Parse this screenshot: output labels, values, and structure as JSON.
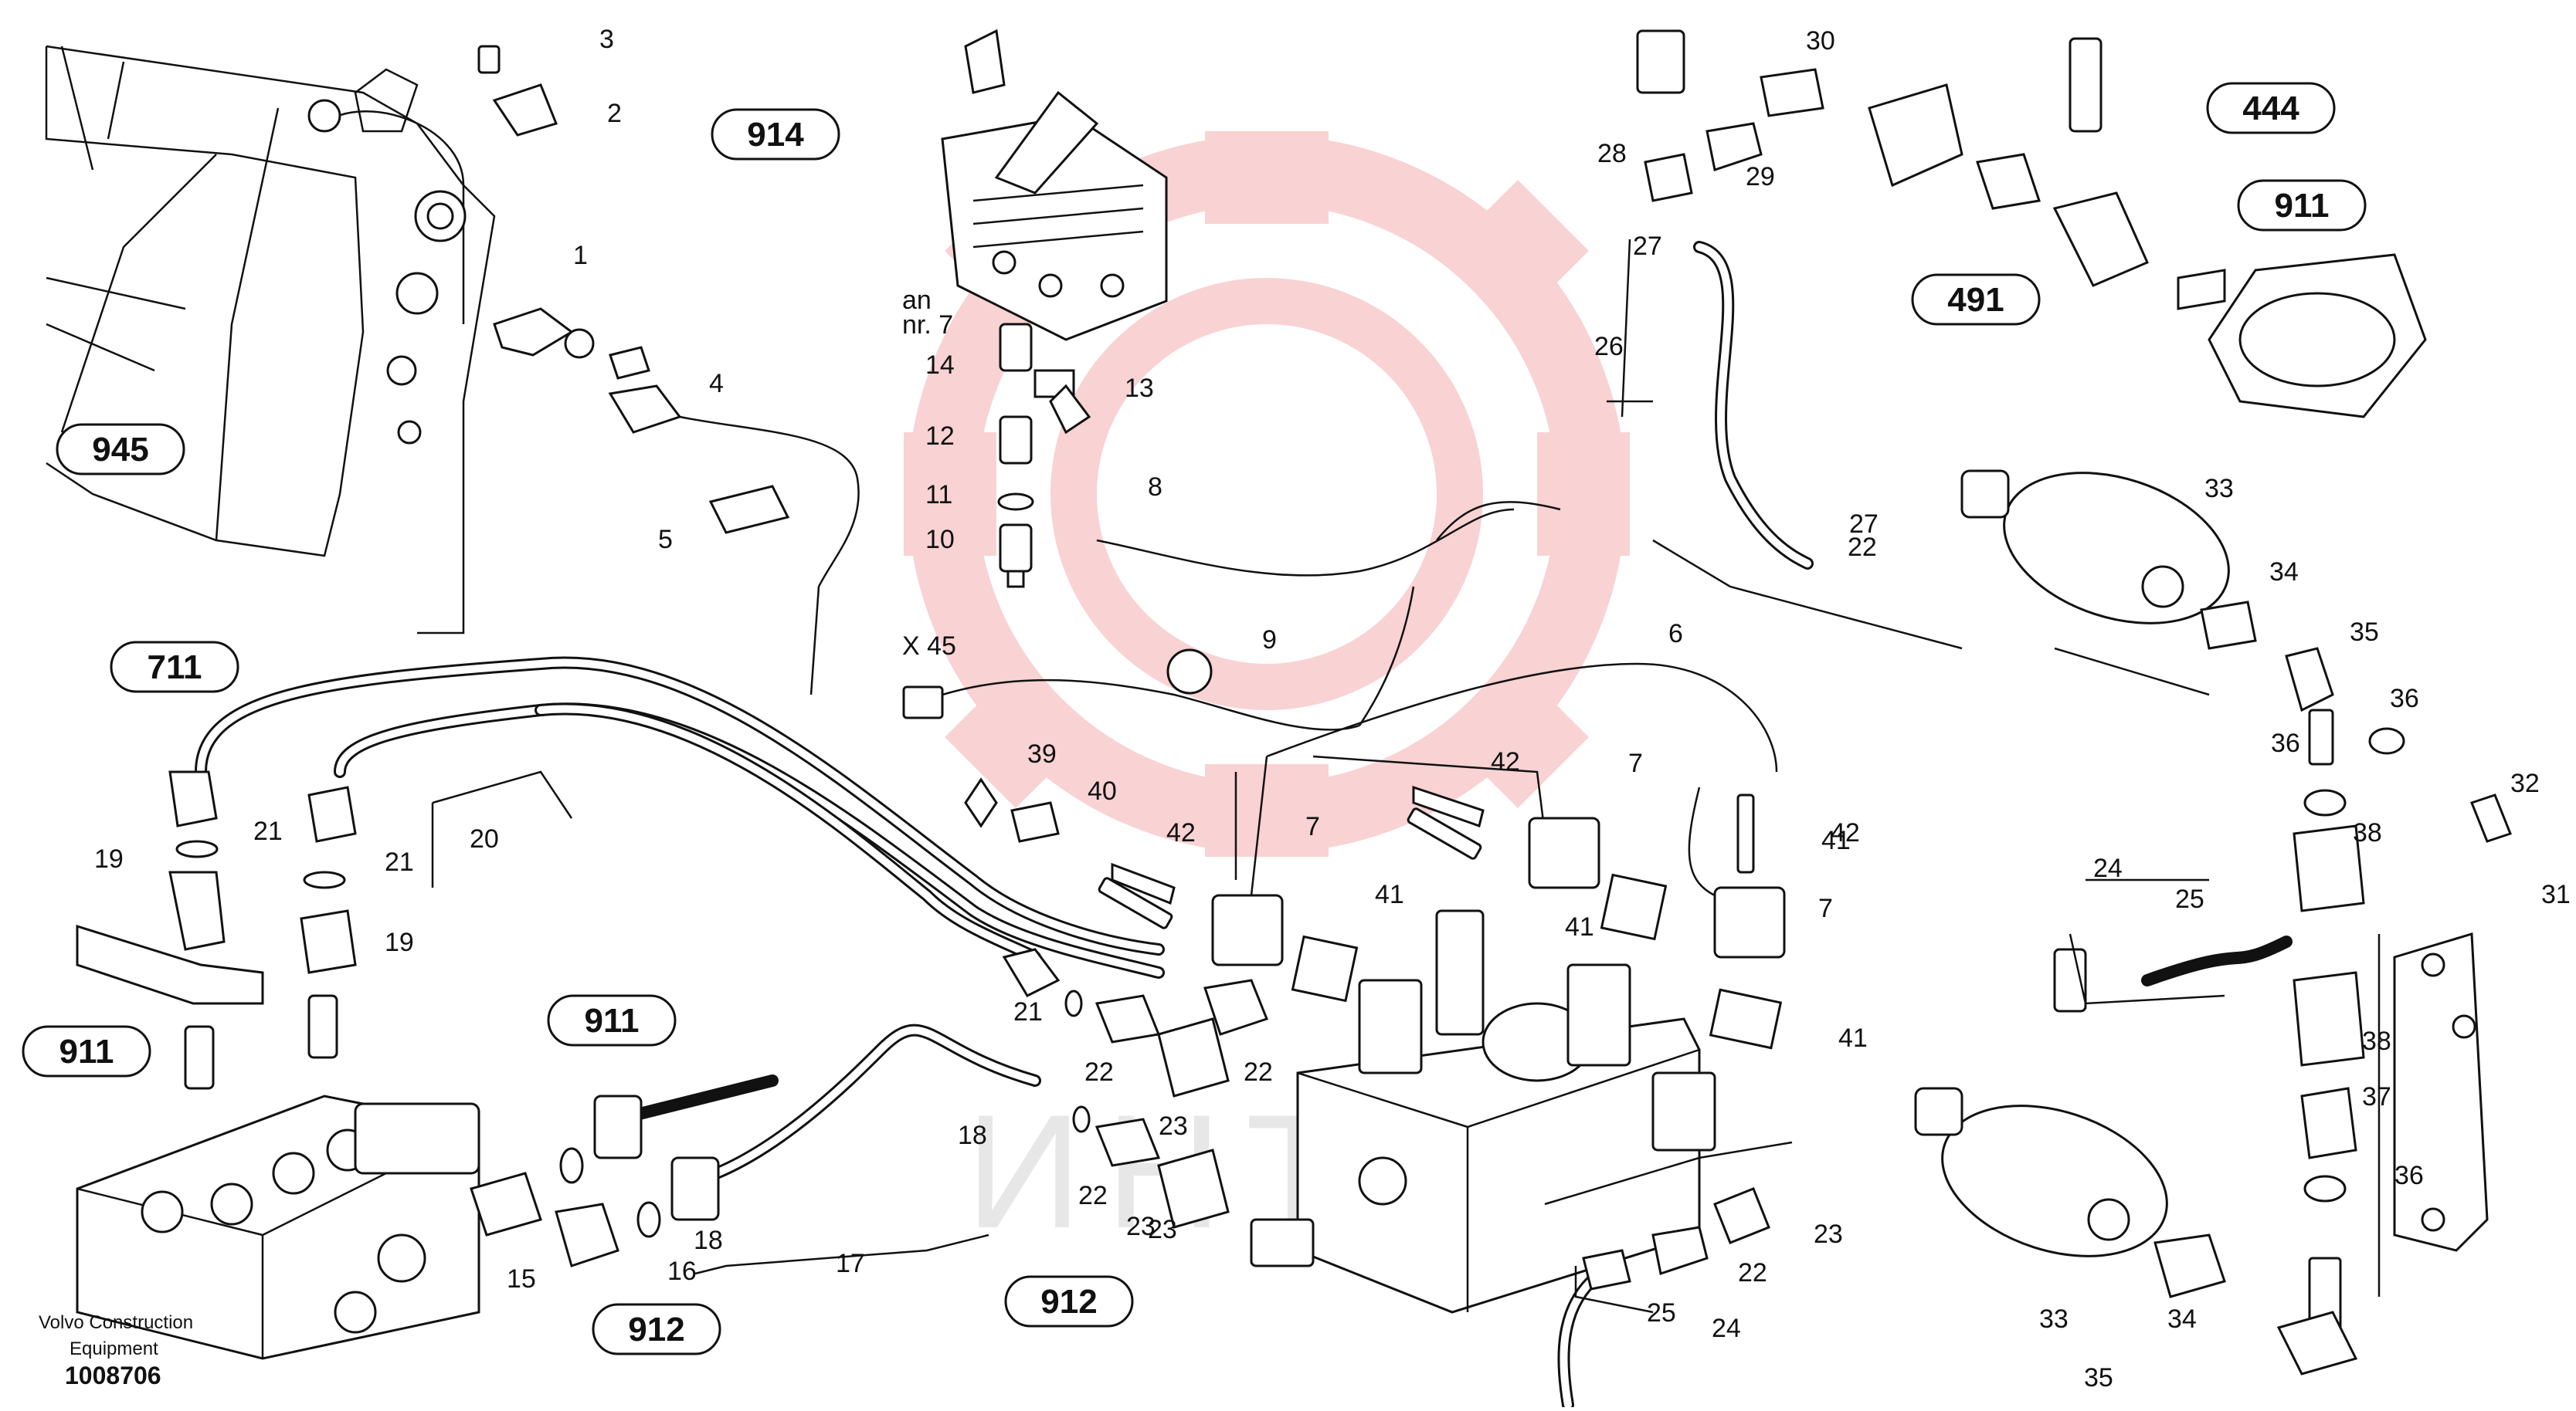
{
  "diagram": {
    "part_numbers": [
      "1",
      "2",
      "3",
      "4",
      "5",
      "6",
      "7",
      "7",
      "7",
      "8",
      "9",
      "10",
      "11",
      "12",
      "13",
      "14",
      "15",
      "16",
      "17",
      "18",
      "18",
      "19",
      "19",
      "20",
      "21",
      "21",
      "21",
      "22",
      "22",
      "22",
      "22",
      "22",
      "23",
      "23",
      "23",
      "23",
      "24",
      "24",
      "25",
      "25",
      "26",
      "27",
      "27",
      "28",
      "29",
      "30",
      "31",
      "32",
      "33",
      "33",
      "34",
      "34",
      "35",
      "35",
      "36",
      "36",
      "36",
      "37",
      "38",
      "38",
      "39",
      "40",
      "41",
      "41",
      "41",
      "41",
      "42",
      "42",
      "42"
    ],
    "assembly_refs": [
      "945",
      "711",
      "911",
      "911",
      "911",
      "914",
      "491",
      "444",
      "912",
      "912"
    ],
    "connector_label": "X  45",
    "note_line1": "an",
    "note_line2": "nr. 7"
  },
  "footer": {
    "maker_line1": "Volvo Construction",
    "maker_line2": "Equipment",
    "drawing_number": "1008706"
  },
  "watermark": {
    "text": "ИНТЕХ",
    "color": "#e8383d"
  }
}
